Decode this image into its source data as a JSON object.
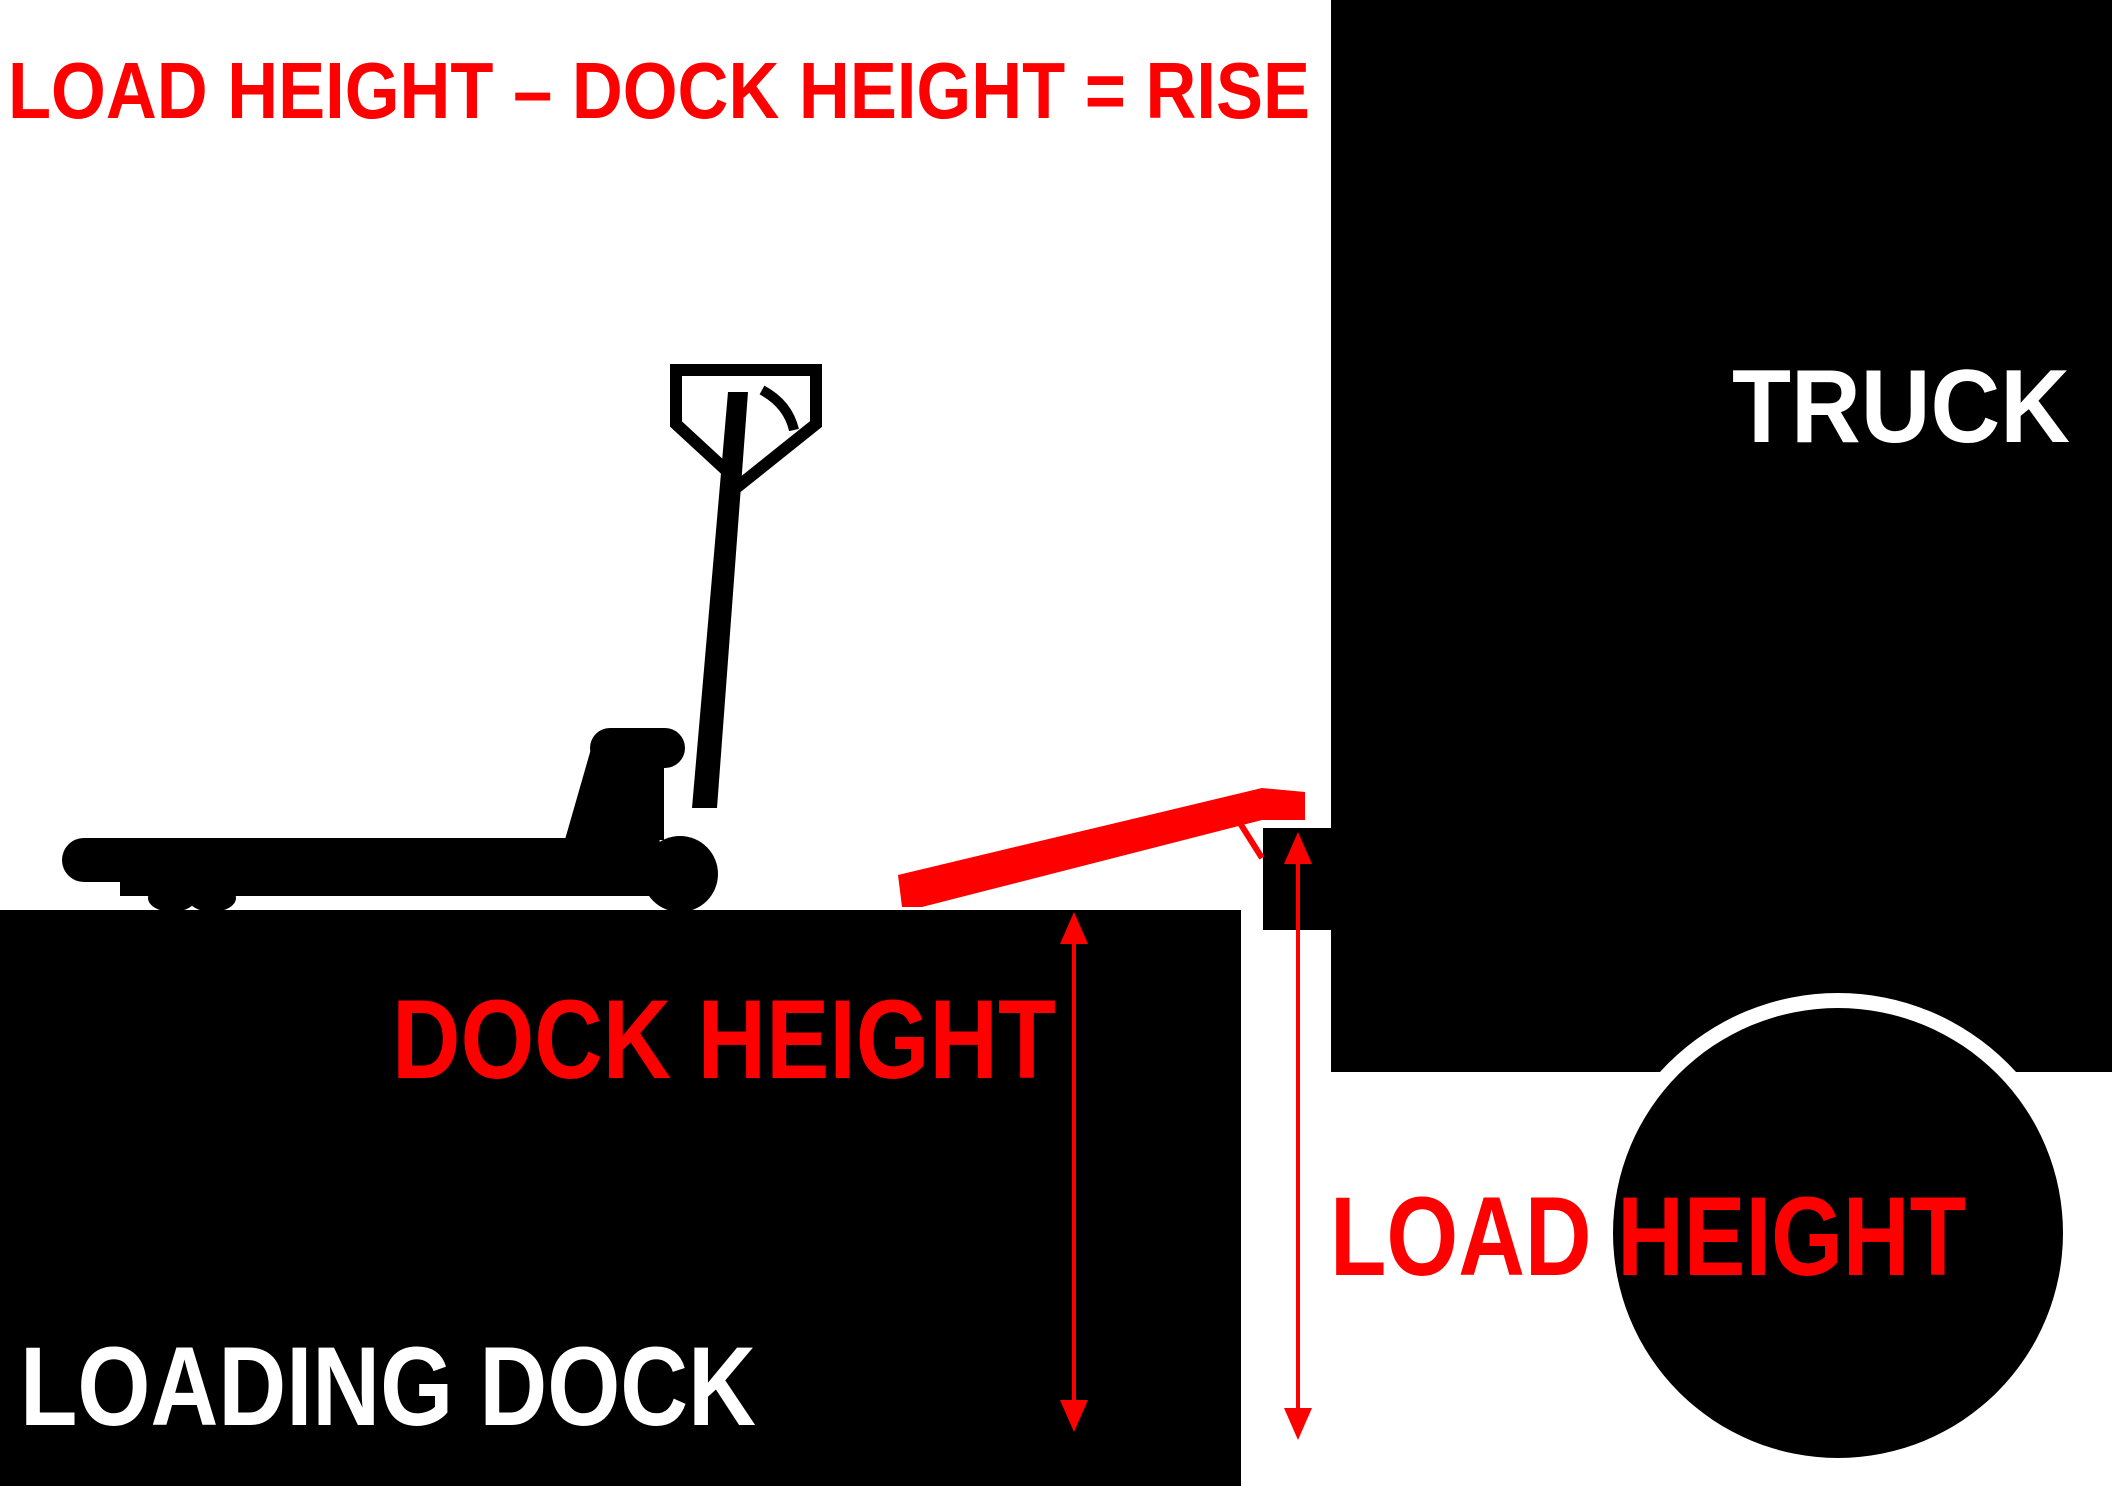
{
  "formula": {
    "term1": "LOAD HEIGHT",
    "minus": "–",
    "term2": "DOCK HEIGHT",
    "equals": "=",
    "result": "RISE"
  },
  "labels": {
    "truck": "TRUCK",
    "dock_height": "DOCK HEIGHT",
    "load_height": "LOAD HEIGHT",
    "loading_dock": "LOADING DOCK"
  },
  "colors": {
    "accent": "#ff0000",
    "ink": "#000000",
    "paper": "#ffffff"
  },
  "icons": {
    "pallet_jack": "pallet-jack-icon",
    "dock_plate": "dock-plate-icon"
  }
}
